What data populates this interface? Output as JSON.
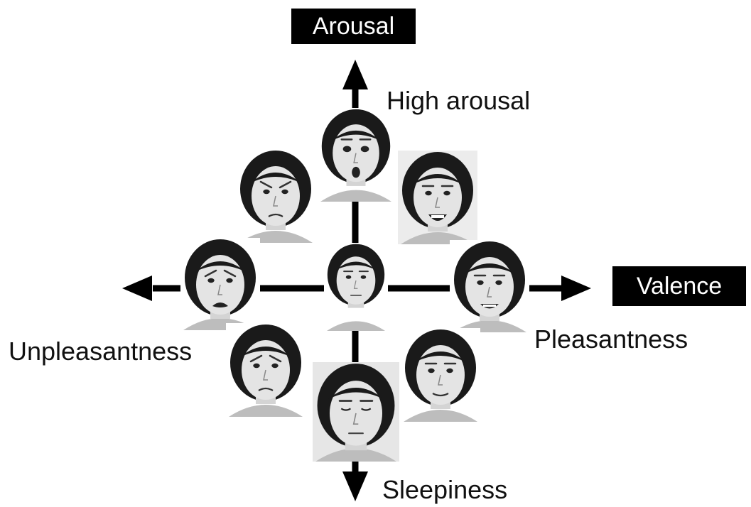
{
  "axes": {
    "vertical": {
      "title": "Arousal",
      "top_label": "High arousal",
      "bottom_label": "Sleepiness"
    },
    "horizontal": {
      "title": "Valence",
      "left_label": "Unpleasantness",
      "right_label": "Pleasantness"
    }
  },
  "faces": [
    {
      "id": "center",
      "expression": "neutral"
    },
    {
      "id": "top",
      "expression": "surprised"
    },
    {
      "id": "top-left",
      "expression": "angry"
    },
    {
      "id": "top-right",
      "expression": "excited"
    },
    {
      "id": "left",
      "expression": "distressed"
    },
    {
      "id": "right",
      "expression": "happy"
    },
    {
      "id": "bottom-left",
      "expression": "sad"
    },
    {
      "id": "bottom-right",
      "expression": "content"
    },
    {
      "id": "bottom",
      "expression": "sleepy"
    }
  ],
  "colors": {
    "ink": "#000000",
    "hair": "#1a1a1a",
    "skin": "#e4e4e4",
    "background": "#ffffff"
  }
}
